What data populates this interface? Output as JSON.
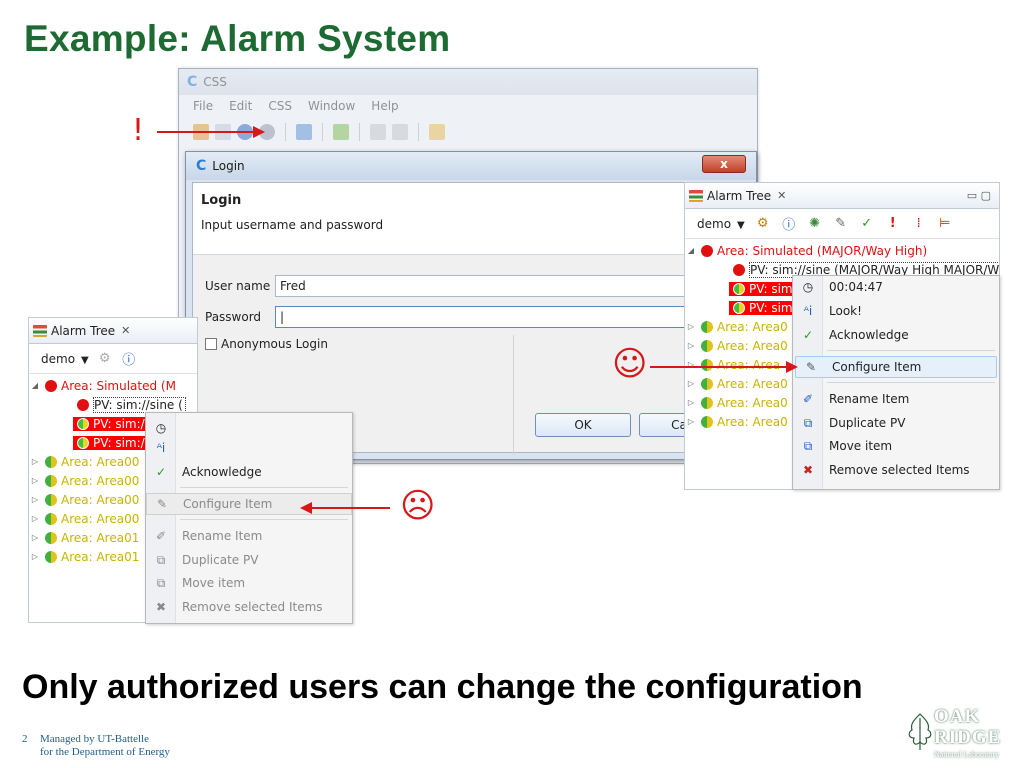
{
  "slide": {
    "title": "Example: Alarm System",
    "bottom_text": "Only authorized users can change the configuration",
    "page_number": "2",
    "footer_line1": "Managed by UT-Battelle",
    "footer_line2": "for the Department of Energy",
    "logo_line1": "OAK",
    "logo_line2": "RIDGE",
    "logo_line3": "National Laboratory"
  },
  "css_window": {
    "title": "CSS",
    "menu": [
      "File",
      "Edit",
      "CSS",
      "Window",
      "Help"
    ]
  },
  "login_dialog": {
    "title": "Login",
    "close_label": "x",
    "header_title": "Login",
    "header_message": "Input username and password",
    "username_label": "User name",
    "username_value": "Fred",
    "password_label": "Password",
    "password_value": "|",
    "anonymous_label": "Anonymous Login",
    "ok_label": "OK",
    "cancel_label": "Ca"
  },
  "alarm_tree_left": {
    "tab_label": "Alarm Tree",
    "tab_close": "✕",
    "config_name": "demo",
    "rows": [
      {
        "text": "Area: Simulated (M",
        "kind": "area-red"
      },
      {
        "text": "PV: sim://sine (",
        "kind": "pv-boxed"
      },
      {
        "text": "PV: sim:/",
        "kind": "pv-red"
      },
      {
        "text": "PV: sim:/",
        "kind": "pv-red"
      },
      {
        "text": "Area: Area00",
        "kind": "area-yellow"
      },
      {
        "text": "Area: Area00",
        "kind": "area-yellow"
      },
      {
        "text": "Area: Area00",
        "kind": "area-yellow"
      },
      {
        "text": "Area: Area00",
        "kind": "area-yellow"
      },
      {
        "text": "Area: Area01",
        "kind": "area-yellow"
      },
      {
        "text": "Area: Area01",
        "kind": "area-yellow"
      }
    ]
  },
  "menu_left": {
    "items": [
      "Acknowledge",
      "Configure Item",
      "Rename Item",
      "Duplicate PV",
      "Move item",
      "Remove selected Items"
    ]
  },
  "alarm_tree_right": {
    "tab_label": "Alarm Tree",
    "tab_close": "✕",
    "config_name": "demo",
    "rows": [
      {
        "text": "Area: Simulated (MAJOR/Way High)",
        "kind": "area-red"
      },
      {
        "text": "PV: sim://sine (MAJOR/Way High MAJOR/W",
        "kind": "pv-boxed"
      },
      {
        "text": "PV: sim:",
        "kind": "pv-red"
      },
      {
        "text": "PV: sim:",
        "kind": "pv-red"
      },
      {
        "text": "Area: Area0",
        "kind": "area-yellow"
      },
      {
        "text": "Area: Area0",
        "kind": "area-yellow"
      },
      {
        "text": "Area: Area",
        "kind": "area-yellow"
      },
      {
        "text": "Area: Area0",
        "kind": "area-yellow"
      },
      {
        "text": "Area: Area0",
        "kind": "area-yellow"
      },
      {
        "text": "Area: Area0",
        "kind": "area-yellow"
      }
    ]
  },
  "menu_right": {
    "items": [
      "00:04:47",
      "Look!",
      "Acknowledge",
      "Configure Item",
      "Rename Item",
      "Duplicate PV",
      "Move item",
      "Remove selected Items"
    ]
  },
  "annotations": {
    "exclaim": "!",
    "happy": "☺",
    "sad": "☹"
  },
  "colors": {
    "title_green": "#1d6b32",
    "alarm_red": "#e01010",
    "minor_yellow": "#c8b400",
    "annotation_red": "#d81818"
  }
}
